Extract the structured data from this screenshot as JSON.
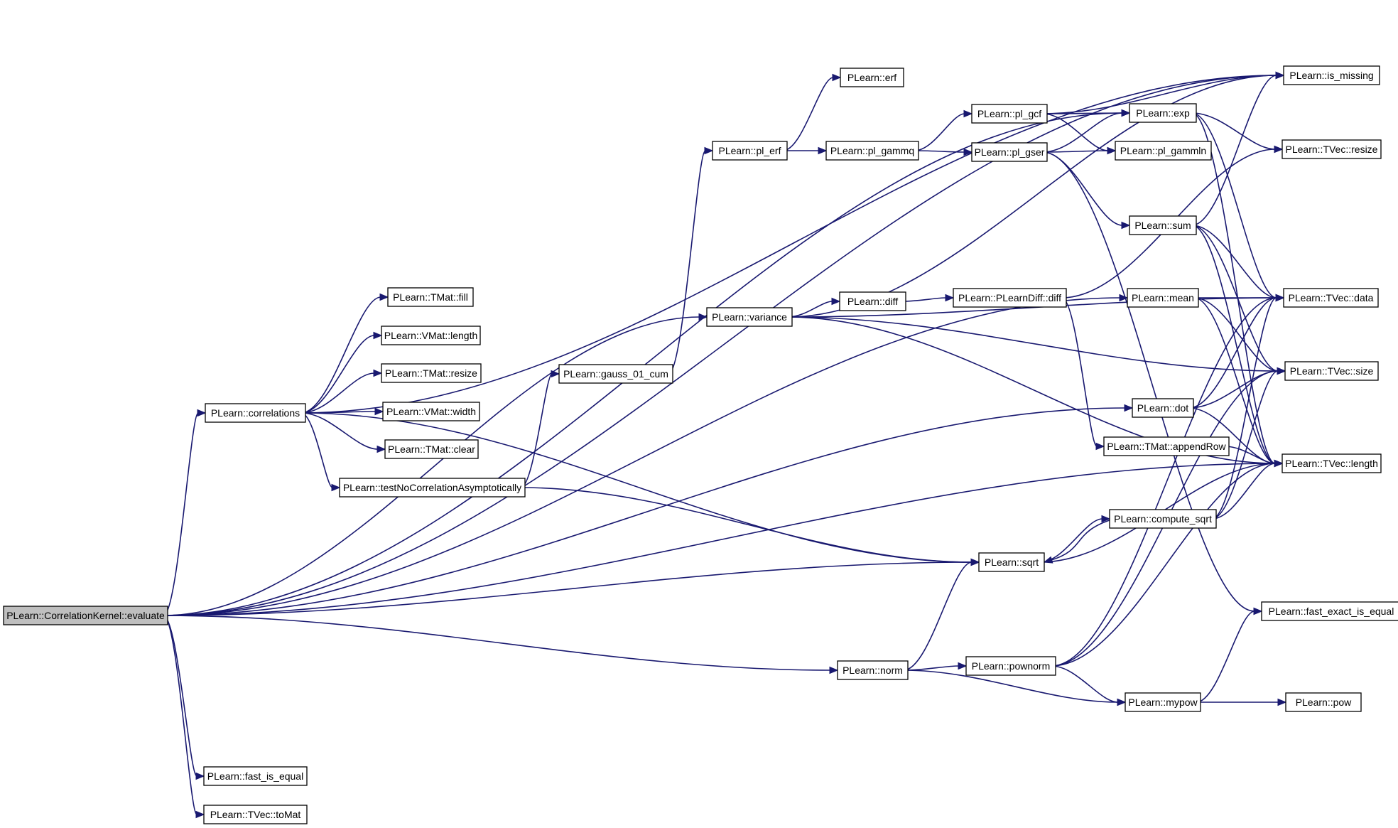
{
  "diagram": {
    "colors": {
      "edge": "#191970",
      "root_fill": "#bfbfbf",
      "node_fill": "#ffffff",
      "node_border": "#000000"
    },
    "nodes": [
      {
        "id": "root",
        "label": "PLearn::CorrelationKernel::evaluate",
        "root": true
      },
      {
        "id": "correlations",
        "label": "PLearn::correlations"
      },
      {
        "id": "tmat_fill",
        "label": "PLearn::TMat::fill"
      },
      {
        "id": "vmat_length",
        "label": "PLearn::VMat::length"
      },
      {
        "id": "tmat_resize",
        "label": "PLearn::TMat::resize"
      },
      {
        "id": "vmat_width",
        "label": "PLearn::VMat::width"
      },
      {
        "id": "tmat_clear",
        "label": "PLearn::TMat::clear"
      },
      {
        "id": "testnocorr",
        "label": "PLearn::testNoCorrelationAsymptotically"
      },
      {
        "id": "fast_is_equal",
        "label": "PLearn::fast_is_equal"
      },
      {
        "id": "tvec_tomat",
        "label": "PLearn::TVec::toMat"
      },
      {
        "id": "gauss",
        "label": "PLearn::gauss_01_cum"
      },
      {
        "id": "variance",
        "label": "PLearn::variance"
      },
      {
        "id": "pl_erf",
        "label": "PLearn::pl_erf"
      },
      {
        "id": "erf",
        "label": "PLearn::erf"
      },
      {
        "id": "pl_gammq",
        "label": "PLearn::pl_gammq"
      },
      {
        "id": "diff",
        "label": "PLearn::diff"
      },
      {
        "id": "norm",
        "label": "PLearn::norm"
      },
      {
        "id": "pl_gcf",
        "label": "PLearn::pl_gcf"
      },
      {
        "id": "pl_gser",
        "label": "PLearn::pl_gser"
      },
      {
        "id": "plearndiff",
        "label": "PLearn::PLearnDiff::diff"
      },
      {
        "id": "sqrt",
        "label": "PLearn::sqrt"
      },
      {
        "id": "pownorm",
        "label": "PLearn::pownorm"
      },
      {
        "id": "exp",
        "label": "PLearn::exp"
      },
      {
        "id": "pl_gammln",
        "label": "PLearn::pl_gammln"
      },
      {
        "id": "sum",
        "label": "PLearn::sum"
      },
      {
        "id": "mean",
        "label": "PLearn::mean"
      },
      {
        "id": "dot",
        "label": "PLearn::dot"
      },
      {
        "id": "appendrow",
        "label": "PLearn::TMat::appendRow"
      },
      {
        "id": "compute_sqrt",
        "label": "PLearn::compute_sqrt"
      },
      {
        "id": "mypow",
        "label": "PLearn::mypow"
      },
      {
        "id": "is_missing",
        "label": "PLearn::is_missing"
      },
      {
        "id": "tvec_resize",
        "label": "PLearn::TVec::resize"
      },
      {
        "id": "tvec_data",
        "label": "PLearn::TVec::data"
      },
      {
        "id": "tvec_size",
        "label": "PLearn::TVec::size"
      },
      {
        "id": "tvec_length",
        "label": "PLearn::TVec::length"
      },
      {
        "id": "fast_exact",
        "label": "PLearn::fast_exact_is_equal"
      },
      {
        "id": "pow",
        "label": "PLearn::pow"
      }
    ],
    "edges": [
      [
        "root",
        "correlations"
      ],
      [
        "root",
        "is_missing"
      ],
      [
        "root",
        "exp"
      ],
      [
        "root",
        "mean"
      ],
      [
        "root",
        "variance"
      ],
      [
        "root",
        "dot"
      ],
      [
        "root",
        "sqrt"
      ],
      [
        "root",
        "norm"
      ],
      [
        "root",
        "tvec_length"
      ],
      [
        "root",
        "fast_is_equal"
      ],
      [
        "root",
        "tvec_tomat"
      ],
      [
        "correlations",
        "tmat_fill"
      ],
      [
        "correlations",
        "vmat_length"
      ],
      [
        "correlations",
        "tmat_resize"
      ],
      [
        "correlations",
        "vmat_width"
      ],
      [
        "correlations",
        "tmat_clear"
      ],
      [
        "correlations",
        "testnocorr"
      ],
      [
        "correlations",
        "sqrt"
      ],
      [
        "correlations",
        "is_missing"
      ],
      [
        "testnocorr",
        "gauss"
      ],
      [
        "testnocorr",
        "sqrt"
      ],
      [
        "gauss",
        "pl_erf"
      ],
      [
        "pl_erf",
        "erf"
      ],
      [
        "pl_erf",
        "pl_gammq"
      ],
      [
        "pl_gammq",
        "pl_gcf"
      ],
      [
        "pl_gammq",
        "pl_gser"
      ],
      [
        "pl_gcf",
        "is_missing"
      ],
      [
        "pl_gcf",
        "exp"
      ],
      [
        "pl_gcf",
        "pl_gammln"
      ],
      [
        "pl_gser",
        "exp"
      ],
      [
        "pl_gser",
        "pl_gammln"
      ],
      [
        "pl_gser",
        "sum"
      ],
      [
        "pl_gser",
        "fast_exact"
      ],
      [
        "variance",
        "is_missing"
      ],
      [
        "variance",
        "diff"
      ],
      [
        "variance",
        "tvec_data"
      ],
      [
        "variance",
        "tvec_size"
      ],
      [
        "variance",
        "tvec_length"
      ],
      [
        "diff",
        "plearndiff"
      ],
      [
        "plearndiff",
        "tvec_resize"
      ],
      [
        "plearndiff",
        "appendrow"
      ],
      [
        "exp",
        "tvec_resize"
      ],
      [
        "exp",
        "tvec_data"
      ],
      [
        "exp",
        "tvec_length"
      ],
      [
        "sum",
        "is_missing"
      ],
      [
        "sum",
        "tvec_data"
      ],
      [
        "sum",
        "tvec_size"
      ],
      [
        "sum",
        "tvec_length"
      ],
      [
        "mean",
        "tvec_data"
      ],
      [
        "mean",
        "tvec_size"
      ],
      [
        "mean",
        "tvec_length"
      ],
      [
        "dot",
        "tvec_data"
      ],
      [
        "dot",
        "tvec_size"
      ],
      [
        "dot",
        "tvec_length"
      ],
      [
        "appendrow",
        "tvec_length"
      ],
      [
        "compute_sqrt",
        "tvec_data"
      ],
      [
        "compute_sqrt",
        "tvec_size"
      ],
      [
        "compute_sqrt",
        "tvec_length"
      ],
      [
        "compute_sqrt",
        "sqrt"
      ],
      [
        "sqrt",
        "compute_sqrt"
      ],
      [
        "sqrt",
        "tvec_length"
      ],
      [
        "norm",
        "sqrt"
      ],
      [
        "norm",
        "pownorm"
      ],
      [
        "norm",
        "mypow"
      ],
      [
        "pownorm",
        "tvec_data"
      ],
      [
        "pownorm",
        "tvec_size"
      ],
      [
        "pownorm",
        "tvec_length"
      ],
      [
        "pownorm",
        "mypow"
      ],
      [
        "mypow",
        "pow"
      ],
      [
        "mypow",
        "fast_exact"
      ]
    ]
  }
}
